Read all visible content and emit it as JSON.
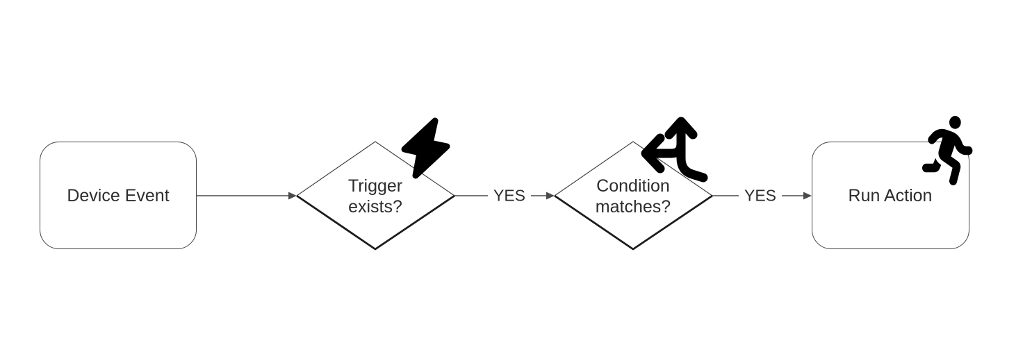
{
  "colors": {
    "background": "#ffffff",
    "line": "#4a4a4a",
    "shape_outline": "#454545",
    "shape_outline_strong": "#1c1c1c",
    "text": "#2d2d2d",
    "icon": "#000000"
  },
  "nodes": [
    {
      "id": "device-event",
      "type": "rounded-rect",
      "label": "Device Event",
      "icon": null
    },
    {
      "id": "trigger-exists",
      "type": "decision-diamond",
      "label": "Trigger exists?",
      "icon": "lightning-bolt-icon"
    },
    {
      "id": "condition-matches",
      "type": "decision-diamond",
      "label": "Condition matches?",
      "icon": "split-arrows-icon"
    },
    {
      "id": "run-action",
      "type": "rounded-rect",
      "label": "Run Action",
      "icon": "person-running-icon"
    }
  ],
  "edges": [
    {
      "from": "device-event",
      "to": "trigger-exists",
      "label": ""
    },
    {
      "from": "trigger-exists",
      "to": "condition-matches",
      "label": "YES"
    },
    {
      "from": "condition-matches",
      "to": "run-action",
      "label": "YES"
    }
  ]
}
